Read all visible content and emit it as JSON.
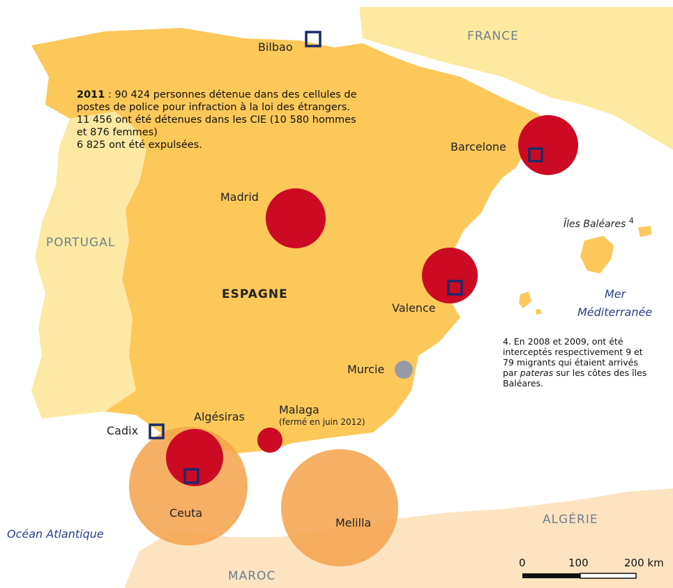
{
  "countries": {
    "france": "FRANCE",
    "portugal": "PORTUGAL",
    "espagne": "ESPAGNE",
    "algerie": "ALGÉRIE",
    "maroc": "MAROC"
  },
  "seas": {
    "atlantic": "Océan Atlantique",
    "med_line1": "Mer",
    "med_line2": "Méditerranée"
  },
  "islands": {
    "label": "Îles Baléares",
    "note_ref": "4"
  },
  "cities": {
    "bilbao": "Bilbao",
    "barcelone": "Barcelone",
    "madrid": "Madrid",
    "valence": "Valence",
    "murcie": "Murcie",
    "malaga": "Malaga",
    "malaga_note": "(fermé en juin 2012)",
    "algesiras": "Algésiras",
    "cadix": "Cadix",
    "ceuta": "Ceuta",
    "melilla": "Melilla"
  },
  "stats_box": {
    "year": "2011",
    "line1": " : 90 424 personnes détenue dans des cellules de",
    "line2": "postes de police pour infraction à la loi des étrangers.",
    "line3": "11 456 ont été détenues dans les CIE (10 580 hommes",
    "line4": "et 876 femmes)",
    "line5": "6 825 ont été expulsées."
  },
  "footnote": {
    "line1": "4. En 2008 et 2009, ont été",
    "line2": "interceptés respectivement 9 et",
    "line3": "79 migrants qui étaient arrivés",
    "line4_pre": "par ",
    "line4_em": "pateras",
    "line4_post": " sur les côtes des îles",
    "line5": "Baléares."
  },
  "scale": {
    "t0": "0",
    "t1": "100",
    "t2": "200 km"
  },
  "colors": {
    "sea": "#ffffff",
    "spain": "#fdc85a",
    "neighbor_north": "#fdeaa0",
    "africa": "#fde3c0",
    "detention_red": "#cc0a23",
    "enclave_orange": "#f3a24a",
    "marker_gray": "#969aa6",
    "square_navy": "#1c2a6b"
  }
}
